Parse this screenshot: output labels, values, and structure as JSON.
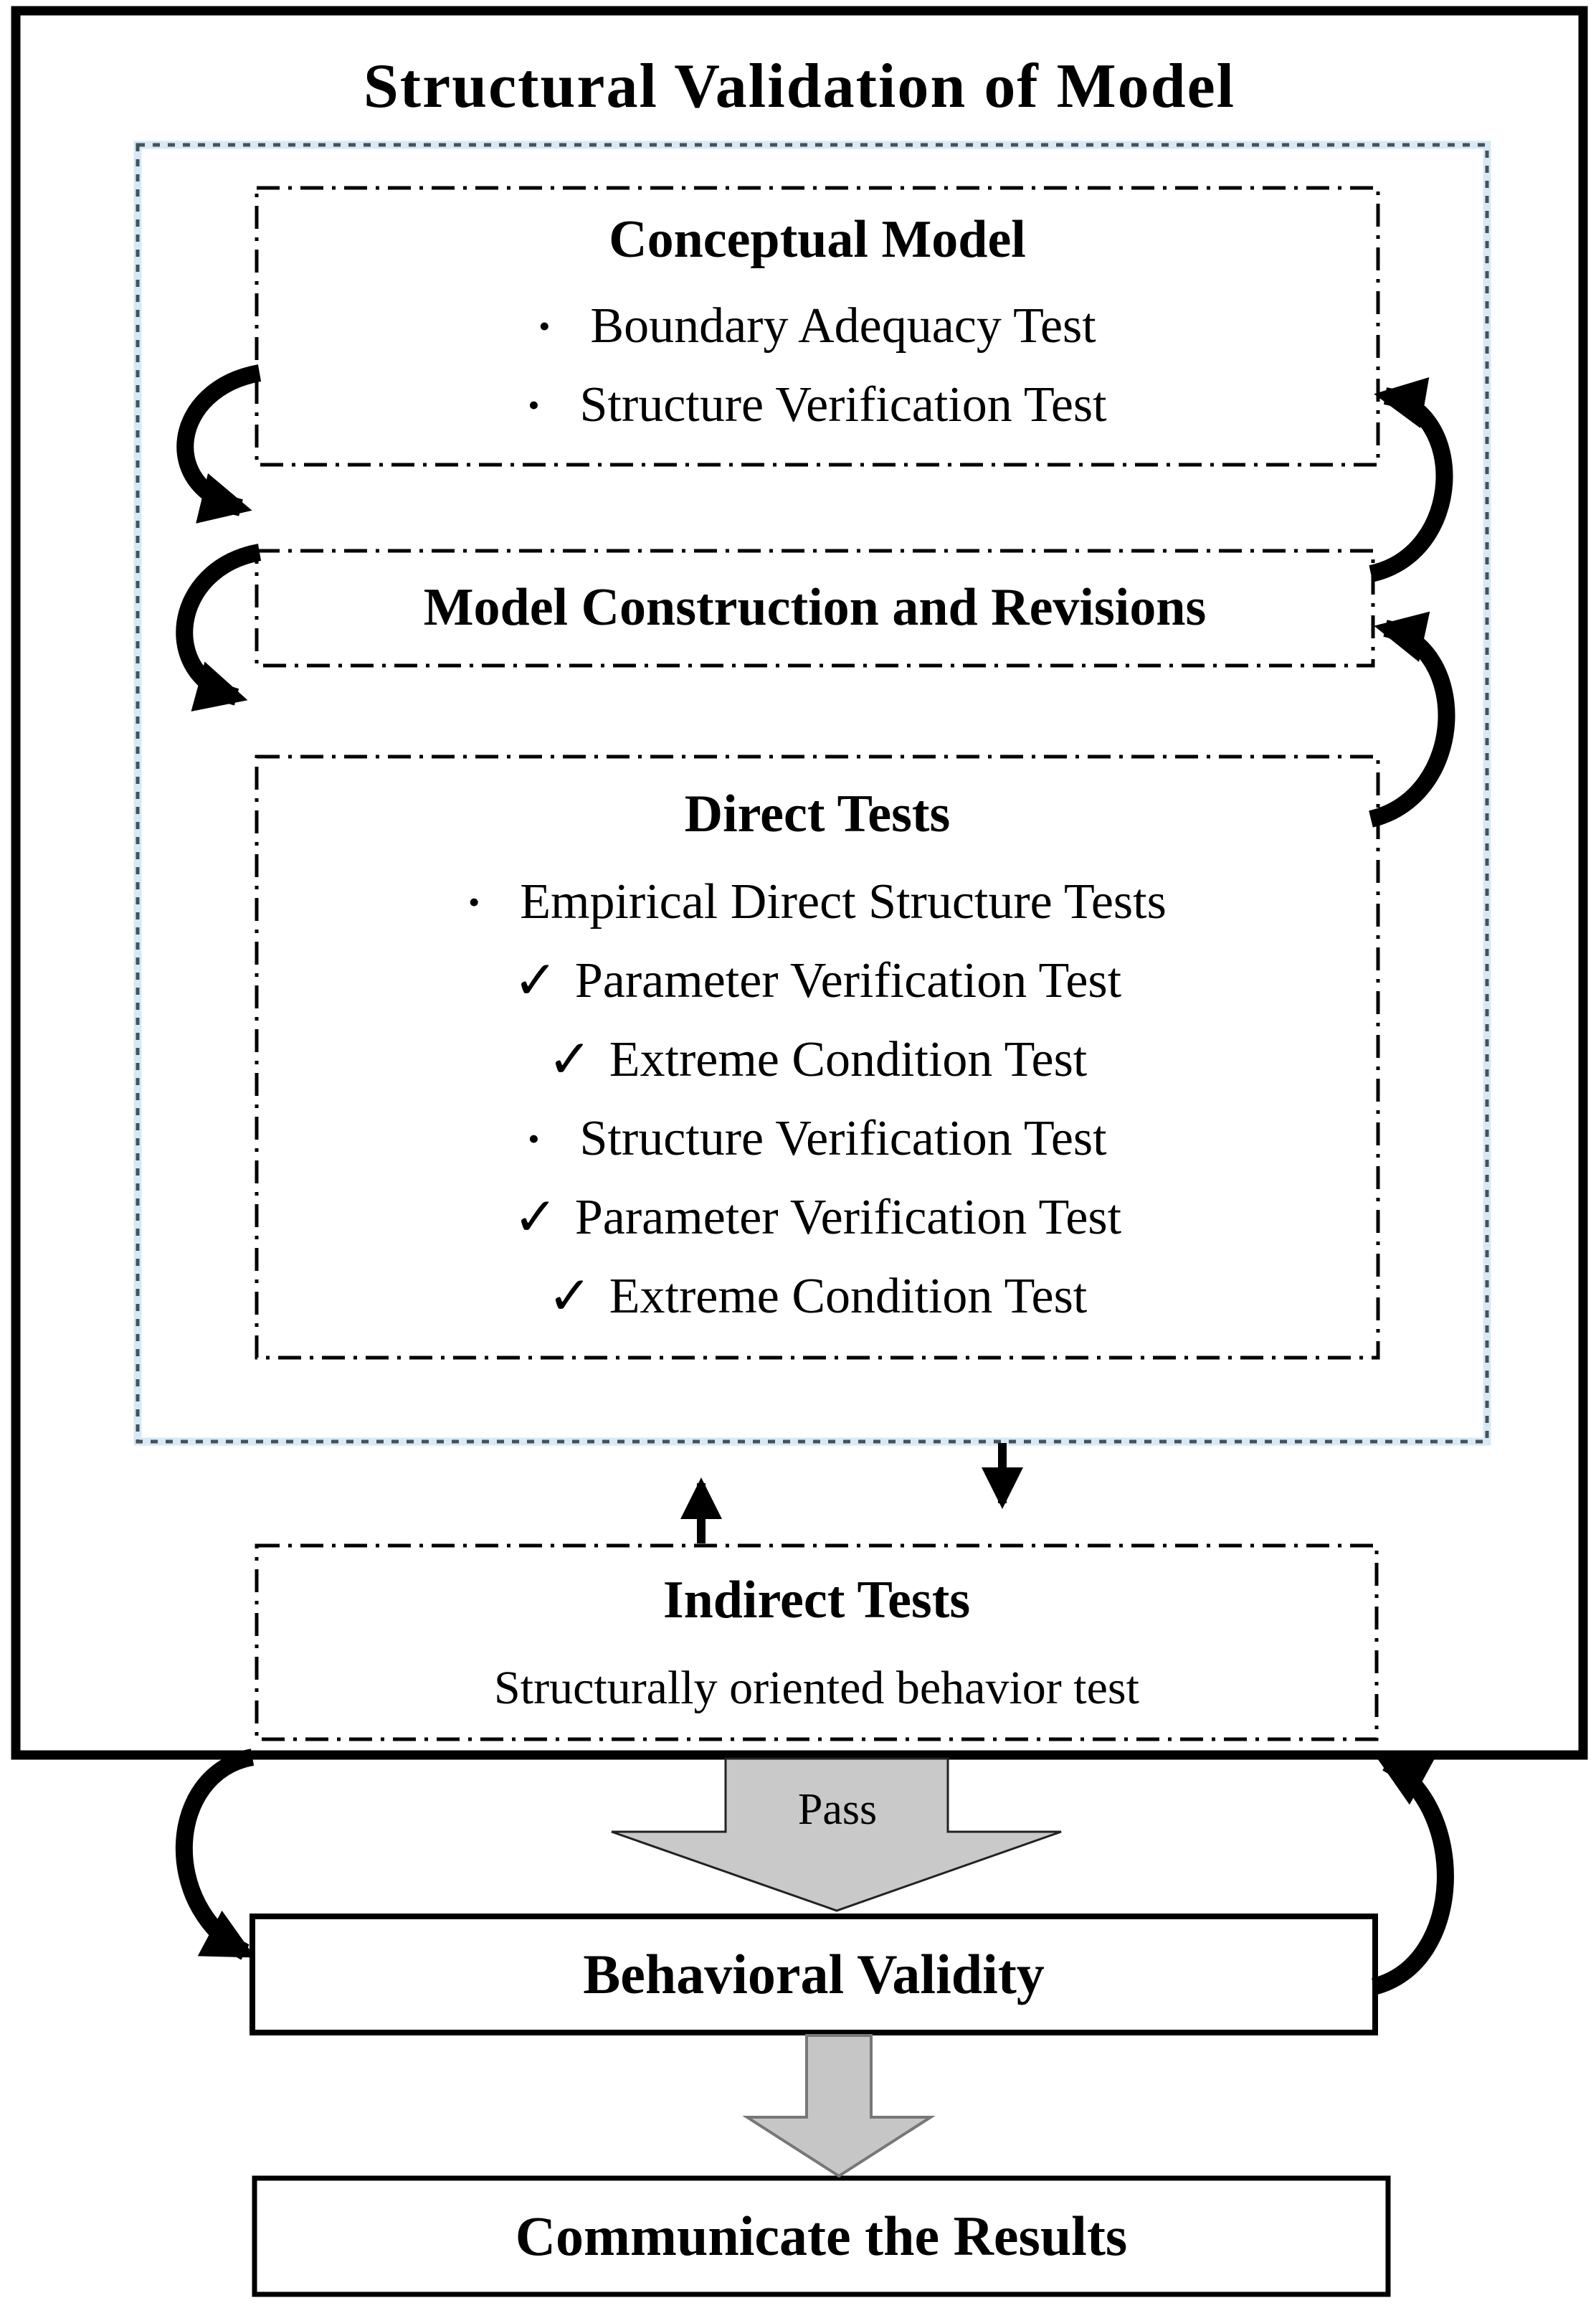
{
  "diagram": {
    "title": "Structural Validation of Model",
    "boxes": {
      "conceptual": {
        "title": "Conceptual Model",
        "items": [
          {
            "marker": "•",
            "text": "Boundary Adequacy Test"
          },
          {
            "marker": "•",
            "text": "Structure Verification Test"
          }
        ]
      },
      "construction": {
        "title": "Model Construction and Revisions"
      },
      "direct": {
        "title": "Direct Tests",
        "items": [
          {
            "marker": "•",
            "text": "Empirical Direct Structure Tests"
          },
          {
            "marker": "✓",
            "text": "Parameter Verification Test"
          },
          {
            "marker": "✓",
            "text": "Extreme Condition Test"
          },
          {
            "marker": "•",
            "text": "Structure Verification Test"
          },
          {
            "marker": "✓",
            "text": "Parameter Verification Test"
          },
          {
            "marker": "✓",
            "text": "Extreme Condition Test"
          }
        ]
      },
      "indirect": {
        "title": "Indirect Tests",
        "subtitle": "Structurally oriented behavior test"
      },
      "behavioral": {
        "title": "Behavioral Validity"
      },
      "communicate": {
        "title": "Communicate the Results"
      }
    },
    "labels": {
      "pass": "Pass"
    },
    "colors": {
      "line_black": "#000000",
      "blue_dash": "#41545c",
      "blue_glow": "#d7e9f6",
      "gray_arrow_fill": "#c9c9c9",
      "gray_arrow_edge": "#222222",
      "small_arrow_edge": "#777777"
    }
  }
}
